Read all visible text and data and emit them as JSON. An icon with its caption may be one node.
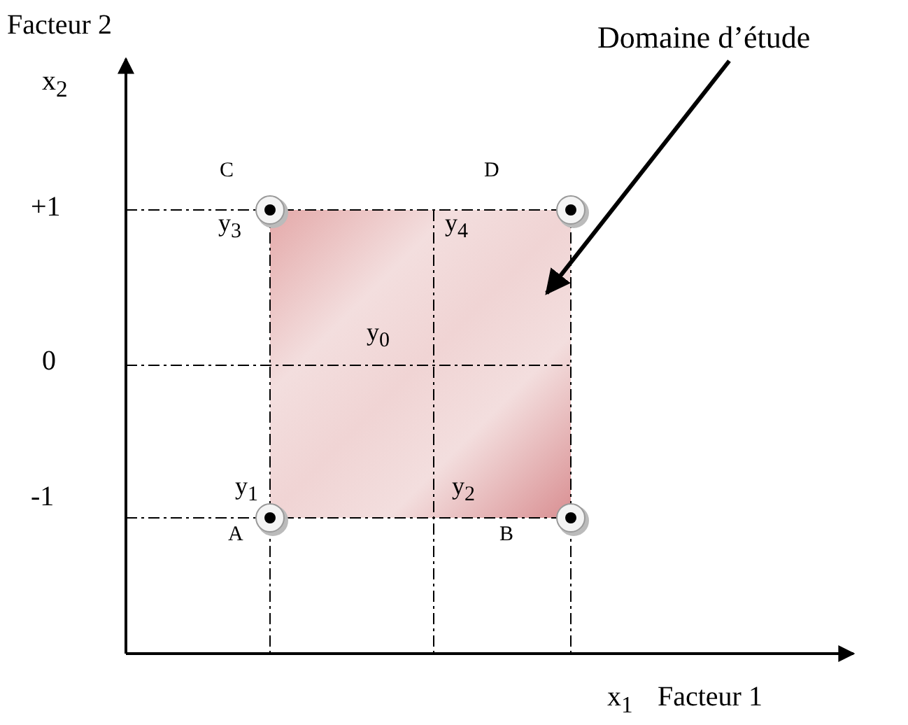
{
  "diagram": {
    "nodes": [
      {
        "text": [
          "Domaine d’étude"
        ]
      },
      {
        "text": [],
        "shape": "box"
      }
    ],
    "edges": [
      {
        "from": 0,
        "to": 1,
        "arrow": "to"
      }
    ],
    "labels": [
      "Facteur 2",
      "x$_{2}$",
      "+1",
      "0",
      "-1",
      "C",
      "D",
      "y$_{3}$",
      "y$_{4}$",
      "y$_{0}$",
      "y$_{1}$",
      "y$_{2}$",
      "A",
      "B",
      "x$_{1}$",
      "Facteur 1"
    ]
  }
}
